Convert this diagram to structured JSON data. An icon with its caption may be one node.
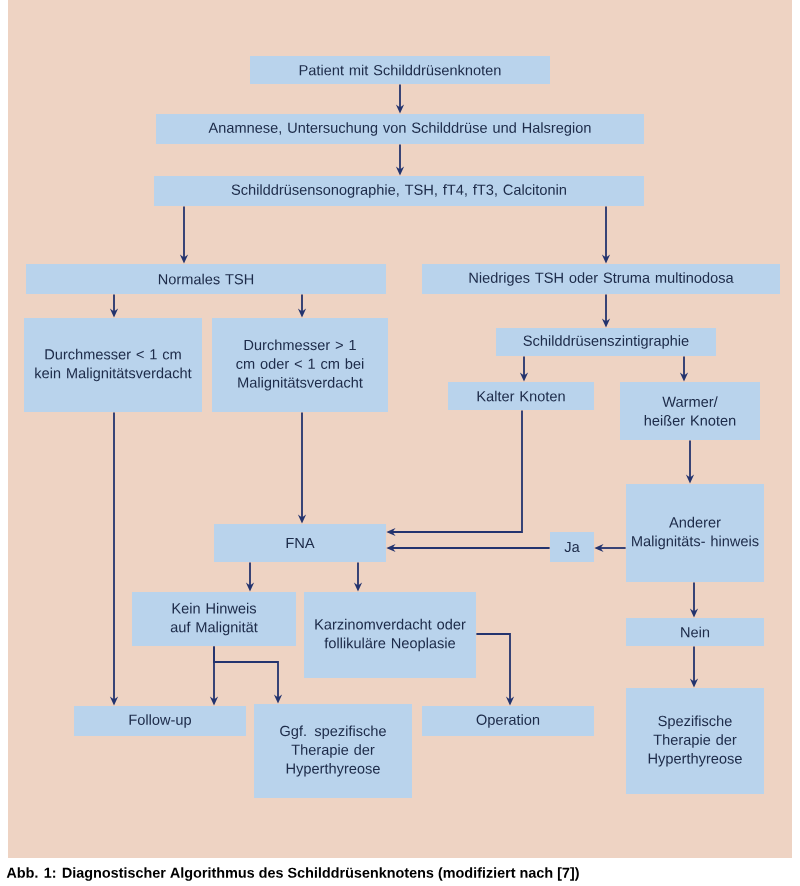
{
  "diagram": {
    "caption": "Abb. 1: Diagnostischer Algorithmus des Schilddrüsenknotens (modifiziert nach [7])",
    "nodes": [
      {
        "text": [
          "Patient mit Schilddrüsenknoten"
        ]
      },
      {
        "text": [
          "Anamnese, Untersuchung von Schilddrüse und Halsregion"
        ]
      },
      {
        "text": [
          "Schilddrüsensonographie, TSH, fT4, fT3, Calcitonin"
        ]
      },
      {
        "text": [
          "Normales TSH"
        ]
      },
      {
        "text": [
          "Niedriges TSH oder Struma multinodosa"
        ]
      },
      {
        "text": [
          "Durchmesser < 1 cm kein Malignitätsverdacht"
        ]
      },
      {
        "text": [
          "Durchmesser > 1 cm oder < 1 cm bei Malignitätsverdacht"
        ]
      },
      {
        "text": [
          "Schilddrüsenszintigraphie"
        ]
      },
      {
        "text": [
          "Kalter Knoten"
        ]
      },
      {
        "text": [
          "Warmer/ heißer Knoten"
        ]
      },
      {
        "text": [
          "Anderer Malignitäts- hinweis"
        ]
      },
      {
        "text": [
          "Ja"
        ]
      },
      {
        "text": [
          "FNA"
        ]
      },
      {
        "text": [
          "Kein Hinweis auf Malignität"
        ]
      },
      {
        "text": [
          "Karzinomverdacht oder follikuläre Neoplasie"
        ]
      },
      {
        "text": [
          "Nein"
        ]
      },
      {
        "text": [
          "Follow-up"
        ]
      },
      {
        "text": [
          "Ggf. spezifische Therapie der Hyperthyreose"
        ]
      },
      {
        "text": [
          "Operation"
        ]
      },
      {
        "text": [
          "Spezifische Therapie der Hyperthyreose"
        ]
      }
    ],
    "edges": [
      {
        "from": 0,
        "to": 1,
        "arrow": "to"
      },
      {
        "from": 1,
        "to": 2,
        "arrow": "to"
      },
      {
        "from": 2,
        "to": 3,
        "arrow": "to"
      },
      {
        "from": 2,
        "to": 4,
        "arrow": "to"
      },
      {
        "from": 3,
        "to": 5,
        "arrow": "to"
      },
      {
        "from": 3,
        "to": 6,
        "arrow": "to"
      },
      {
        "from": 4,
        "to": 7,
        "arrow": "to"
      },
      {
        "from": 7,
        "to": 8,
        "arrow": "to"
      },
      {
        "from": 7,
        "to": 9,
        "arrow": "to"
      },
      {
        "from": 9,
        "to": 10,
        "arrow": "to"
      },
      {
        "from": 10,
        "to": 15,
        "arrow": "to"
      },
      {
        "from": 15,
        "to": 19,
        "arrow": "to"
      },
      {
        "from": 8,
        "to": 12,
        "arrow": "to"
      },
      {
        "from": 10,
        "to": 11,
        "arrow": "to"
      },
      {
        "from": 11,
        "to": 12,
        "arrow": "to"
      },
      {
        "from": 6,
        "to": 12,
        "arrow": "to"
      },
      {
        "from": 12,
        "to": 13,
        "arrow": "to"
      },
      {
        "from": 12,
        "to": 14,
        "arrow": "to"
      },
      {
        "from": 5,
        "to": 16,
        "arrow": "to"
      },
      {
        "from": 13,
        "to": 16,
        "arrow": "to"
      },
      {
        "from": 13,
        "to": 17,
        "arrow": "to"
      },
      {
        "from": 14,
        "to": 18,
        "arrow": "to"
      }
    ]
  }
}
